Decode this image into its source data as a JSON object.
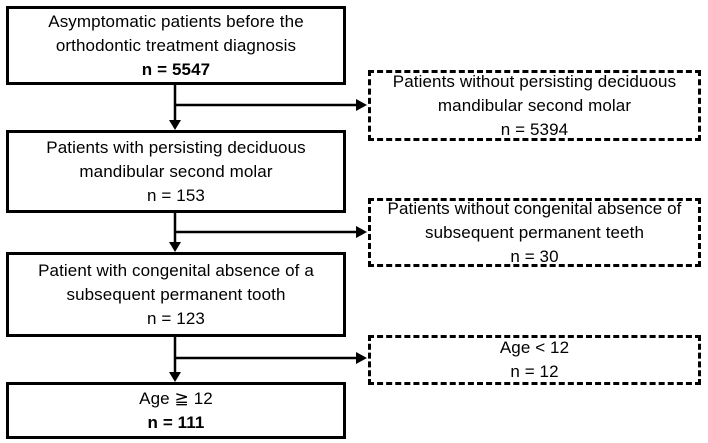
{
  "flowchart": {
    "colors": {
      "border": "#000000",
      "text": "#000000",
      "background": "#ffffff"
    },
    "main_boxes": [
      {
        "line1": "Asymptomatic patients before the",
        "line2": "orthodontic treatment diagnosis",
        "n": "n = 5547",
        "n_bold": true
      },
      {
        "line1": "Patients with persisting deciduous",
        "line2": "mandibular second molar",
        "n": "n = 153",
        "n_bold": false
      },
      {
        "line1": "Patient with congenital absence of a",
        "line2": "subsequent permanent tooth",
        "n": "n = 123",
        "n_bold": false
      },
      {
        "line1": "Age ≧ 12",
        "line2": "",
        "n": "n = 111",
        "n_bold": true
      }
    ],
    "excluded_boxes": [
      {
        "line1": "Patients without persisting deciduous",
        "line2": "mandibular second molar",
        "n": "n = 5394"
      },
      {
        "line1": "Patients without congenital absence of",
        "line2": "subsequent permanent teeth",
        "n": "n = 30"
      },
      {
        "line1": "Age < 12",
        "line2": "",
        "n": "n = 12"
      }
    ]
  }
}
